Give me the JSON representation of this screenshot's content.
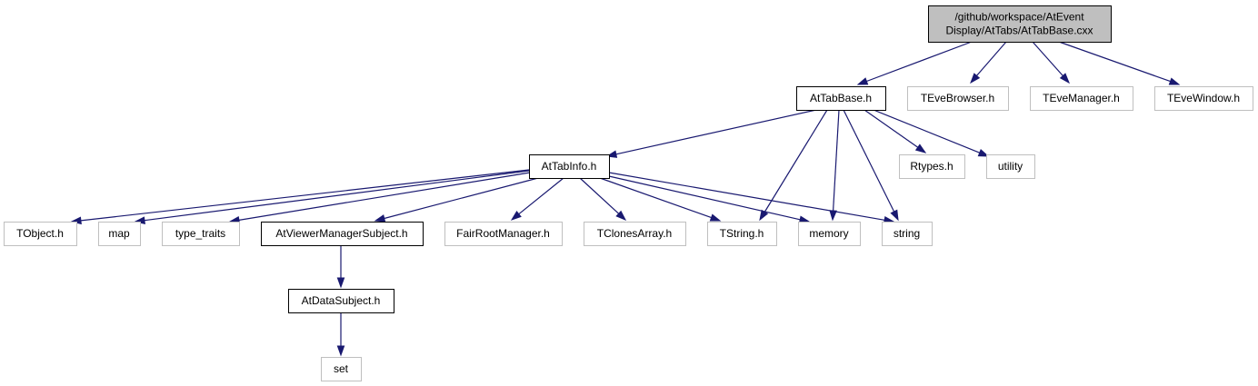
{
  "colors": {
    "edge": "#191970",
    "root_fill": "#bfbfbf",
    "root_stroke": "#000000",
    "documented_stroke": "#000000",
    "external_stroke": "#bfbfbf",
    "node_fill": "#ffffff"
  },
  "nodes": [
    {
      "id": "root",
      "kind": "root",
      "lines": [
        "/github/workspace/AtEvent",
        "Display/AtTabs/AtTabBase.cxx"
      ]
    },
    {
      "id": "attabbase",
      "kind": "documented",
      "lines": [
        "AtTabBase.h"
      ]
    },
    {
      "id": "teve-browser",
      "kind": "external",
      "lines": [
        "TEveBrowser.h"
      ]
    },
    {
      "id": "teve-manager",
      "kind": "external",
      "lines": [
        "TEveManager.h"
      ]
    },
    {
      "id": "teve-window",
      "kind": "external",
      "lines": [
        "TEveWindow.h"
      ]
    },
    {
      "id": "attabinfo",
      "kind": "documented",
      "lines": [
        "AtTabInfo.h"
      ]
    },
    {
      "id": "rtypes",
      "kind": "external",
      "lines": [
        "Rtypes.h"
      ]
    },
    {
      "id": "utility",
      "kind": "external",
      "lines": [
        "utility"
      ]
    },
    {
      "id": "tobject",
      "kind": "external",
      "lines": [
        "TObject.h"
      ]
    },
    {
      "id": "map",
      "kind": "external",
      "lines": [
        "map"
      ]
    },
    {
      "id": "type-traits",
      "kind": "external",
      "lines": [
        "type_traits"
      ]
    },
    {
      "id": "atviewermanagersubject",
      "kind": "documented",
      "lines": [
        "AtViewerManagerSubject.h"
      ]
    },
    {
      "id": "fairrootmanager",
      "kind": "external",
      "lines": [
        "FairRootManager.h"
      ]
    },
    {
      "id": "tclonesarray",
      "kind": "external",
      "lines": [
        "TClonesArray.h"
      ]
    },
    {
      "id": "tstring",
      "kind": "external",
      "lines": [
        "TString.h"
      ]
    },
    {
      "id": "memory",
      "kind": "external",
      "lines": [
        "memory"
      ]
    },
    {
      "id": "string",
      "kind": "external",
      "lines": [
        "string"
      ]
    },
    {
      "id": "atdatasubject",
      "kind": "documented",
      "lines": [
        "AtDataSubject.h"
      ]
    },
    {
      "id": "set",
      "kind": "external",
      "lines": [
        "set"
      ]
    }
  ],
  "edges": [
    {
      "from": "root",
      "to": "attabbase"
    },
    {
      "from": "root",
      "to": "teve-browser"
    },
    {
      "from": "root",
      "to": "teve-manager"
    },
    {
      "from": "root",
      "to": "teve-window"
    },
    {
      "from": "attabbase",
      "to": "attabinfo"
    },
    {
      "from": "attabbase",
      "to": "tstring"
    },
    {
      "from": "attabbase",
      "to": "memory"
    },
    {
      "from": "attabbase",
      "to": "string"
    },
    {
      "from": "attabbase",
      "to": "rtypes"
    },
    {
      "from": "attabbase",
      "to": "utility"
    },
    {
      "from": "attabinfo",
      "to": "tobject"
    },
    {
      "from": "attabinfo",
      "to": "map"
    },
    {
      "from": "attabinfo",
      "to": "type-traits"
    },
    {
      "from": "attabinfo",
      "to": "atviewermanagersubject"
    },
    {
      "from": "attabinfo",
      "to": "fairrootmanager"
    },
    {
      "from": "attabinfo",
      "to": "tclonesarray"
    },
    {
      "from": "attabinfo",
      "to": "tstring"
    },
    {
      "from": "attabinfo",
      "to": "memory"
    },
    {
      "from": "attabinfo",
      "to": "string"
    },
    {
      "from": "atviewermanagersubject",
      "to": "atdatasubject"
    },
    {
      "from": "atdatasubject",
      "to": "set"
    }
  ]
}
